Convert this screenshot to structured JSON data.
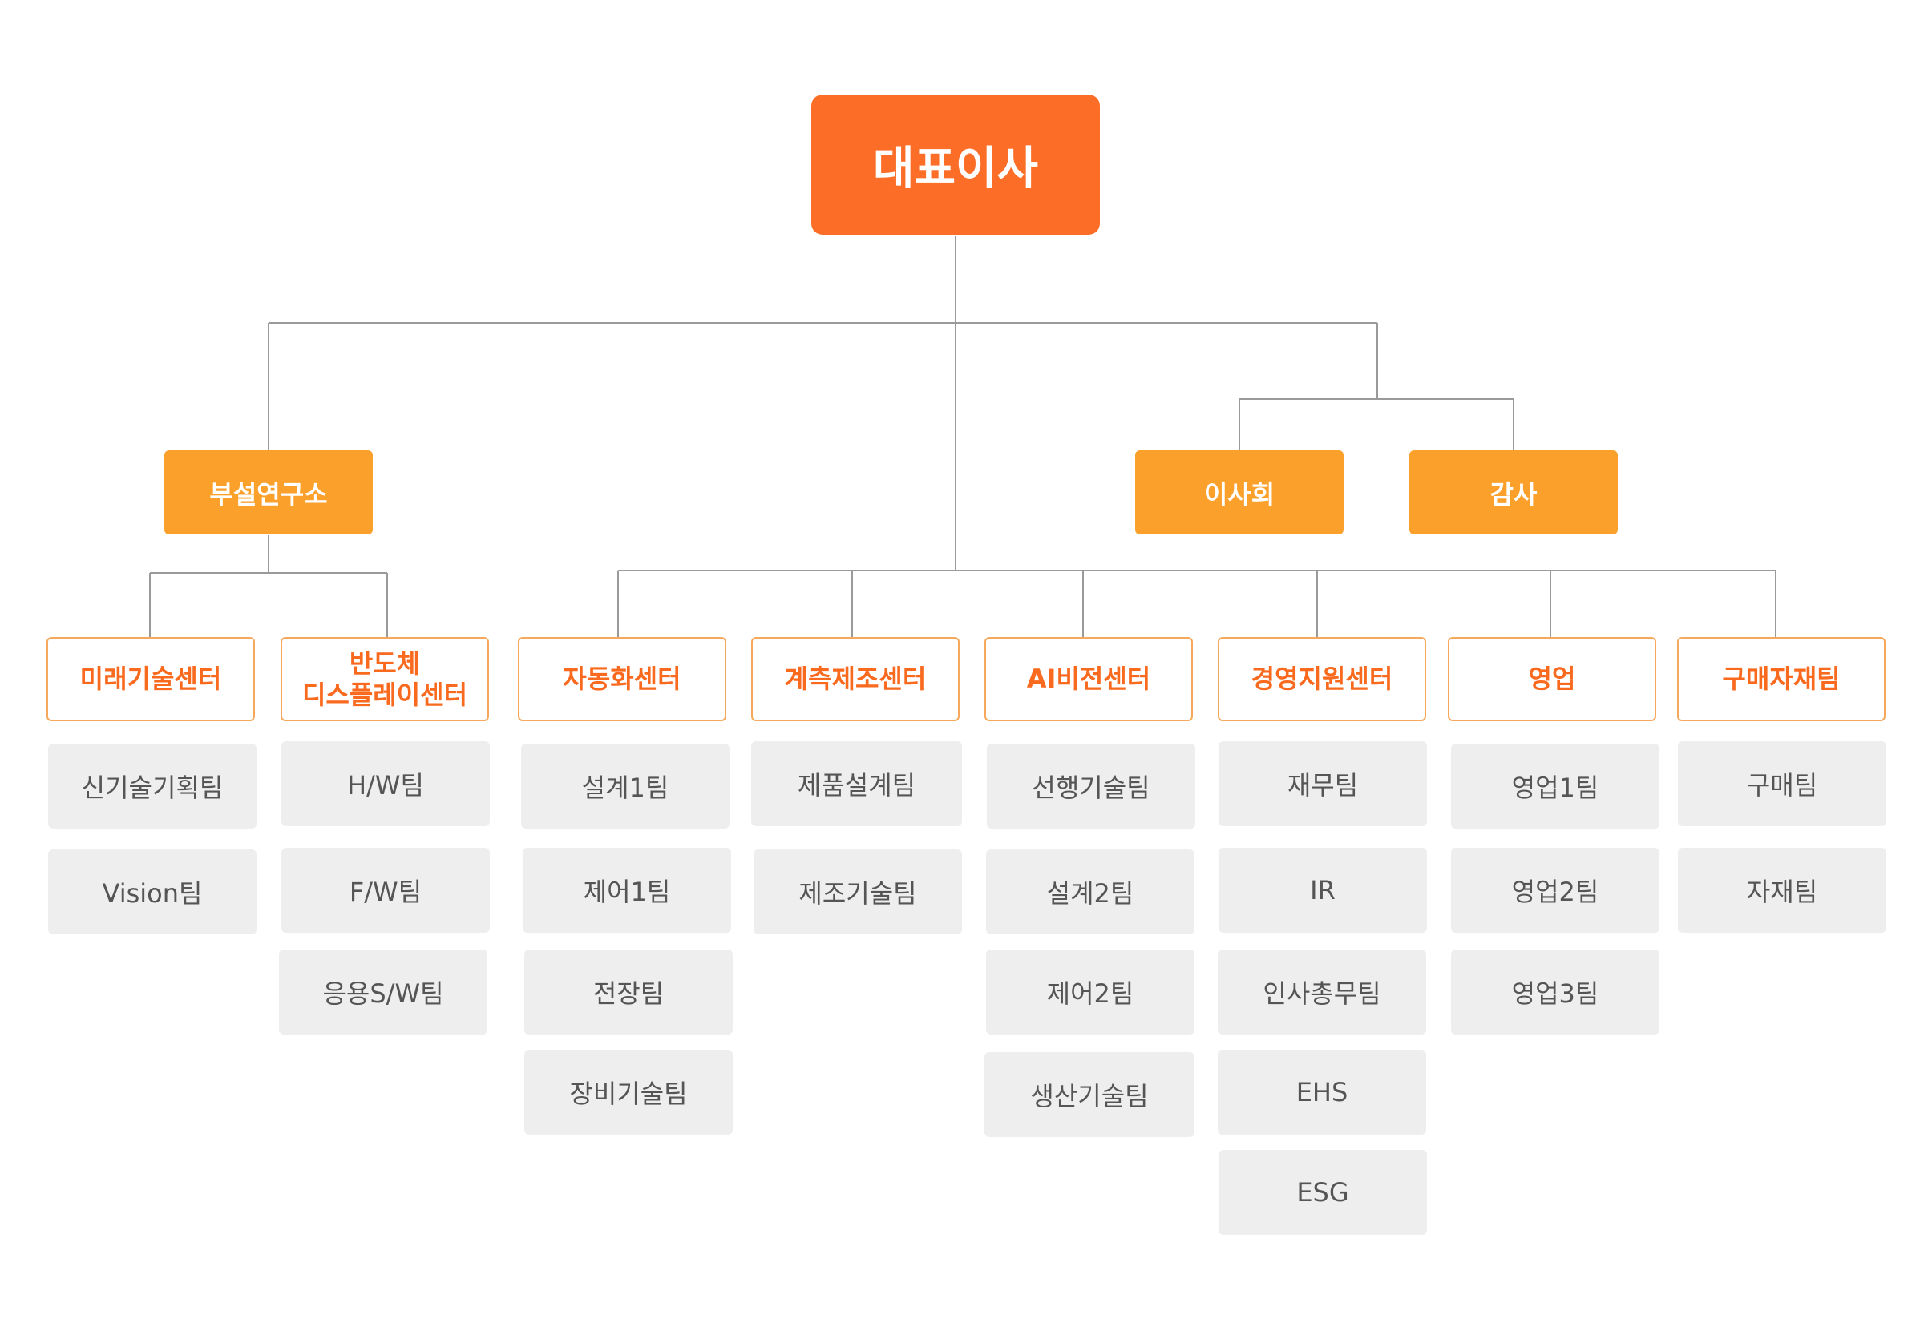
{
  "ceo": "대표이사",
  "lab": "부설연구소",
  "board": "이사회",
  "audit": "감사",
  "centers": [
    {
      "name": "미래기술센터",
      "teams": [
        "신기술기획팀",
        "Vision팀"
      ]
    },
    {
      "name": "반도체\n디스플레이센터",
      "teams": [
        "H/W팀",
        "F/W팀",
        "응용S/W팀"
      ]
    },
    {
      "name": "자동화센터",
      "teams": [
        "설계1팀",
        "제어1팀",
        "전장팀",
        "장비기술팀"
      ]
    },
    {
      "name": "계측제조센터",
      "teams": [
        "제품설계팀",
        "제조기술팀"
      ]
    },
    {
      "name": "AI비전센터",
      "teams": [
        "선행기술팀",
        "설계2팀",
        "제어2팀",
        "생산기술팀"
      ]
    },
    {
      "name": "경영지원센터",
      "teams": [
        "재무팀",
        "IR",
        "인사총무팀",
        "EHS",
        "ESG"
      ]
    },
    {
      "name": "영업",
      "teams": [
        "영업1팀",
        "영업2팀",
        "영업3팀"
      ]
    },
    {
      "name": "구매자재팀",
      "teams": [
        "구매팀",
        "자재팀"
      ]
    }
  ],
  "colors": {
    "ceo": "#fc6e27",
    "mid": "#fba02b",
    "center_text": "#f96a1f",
    "center_border": "#f6a95c",
    "team_bg": "#eeeeee",
    "line": "#9a9a9a"
  }
}
